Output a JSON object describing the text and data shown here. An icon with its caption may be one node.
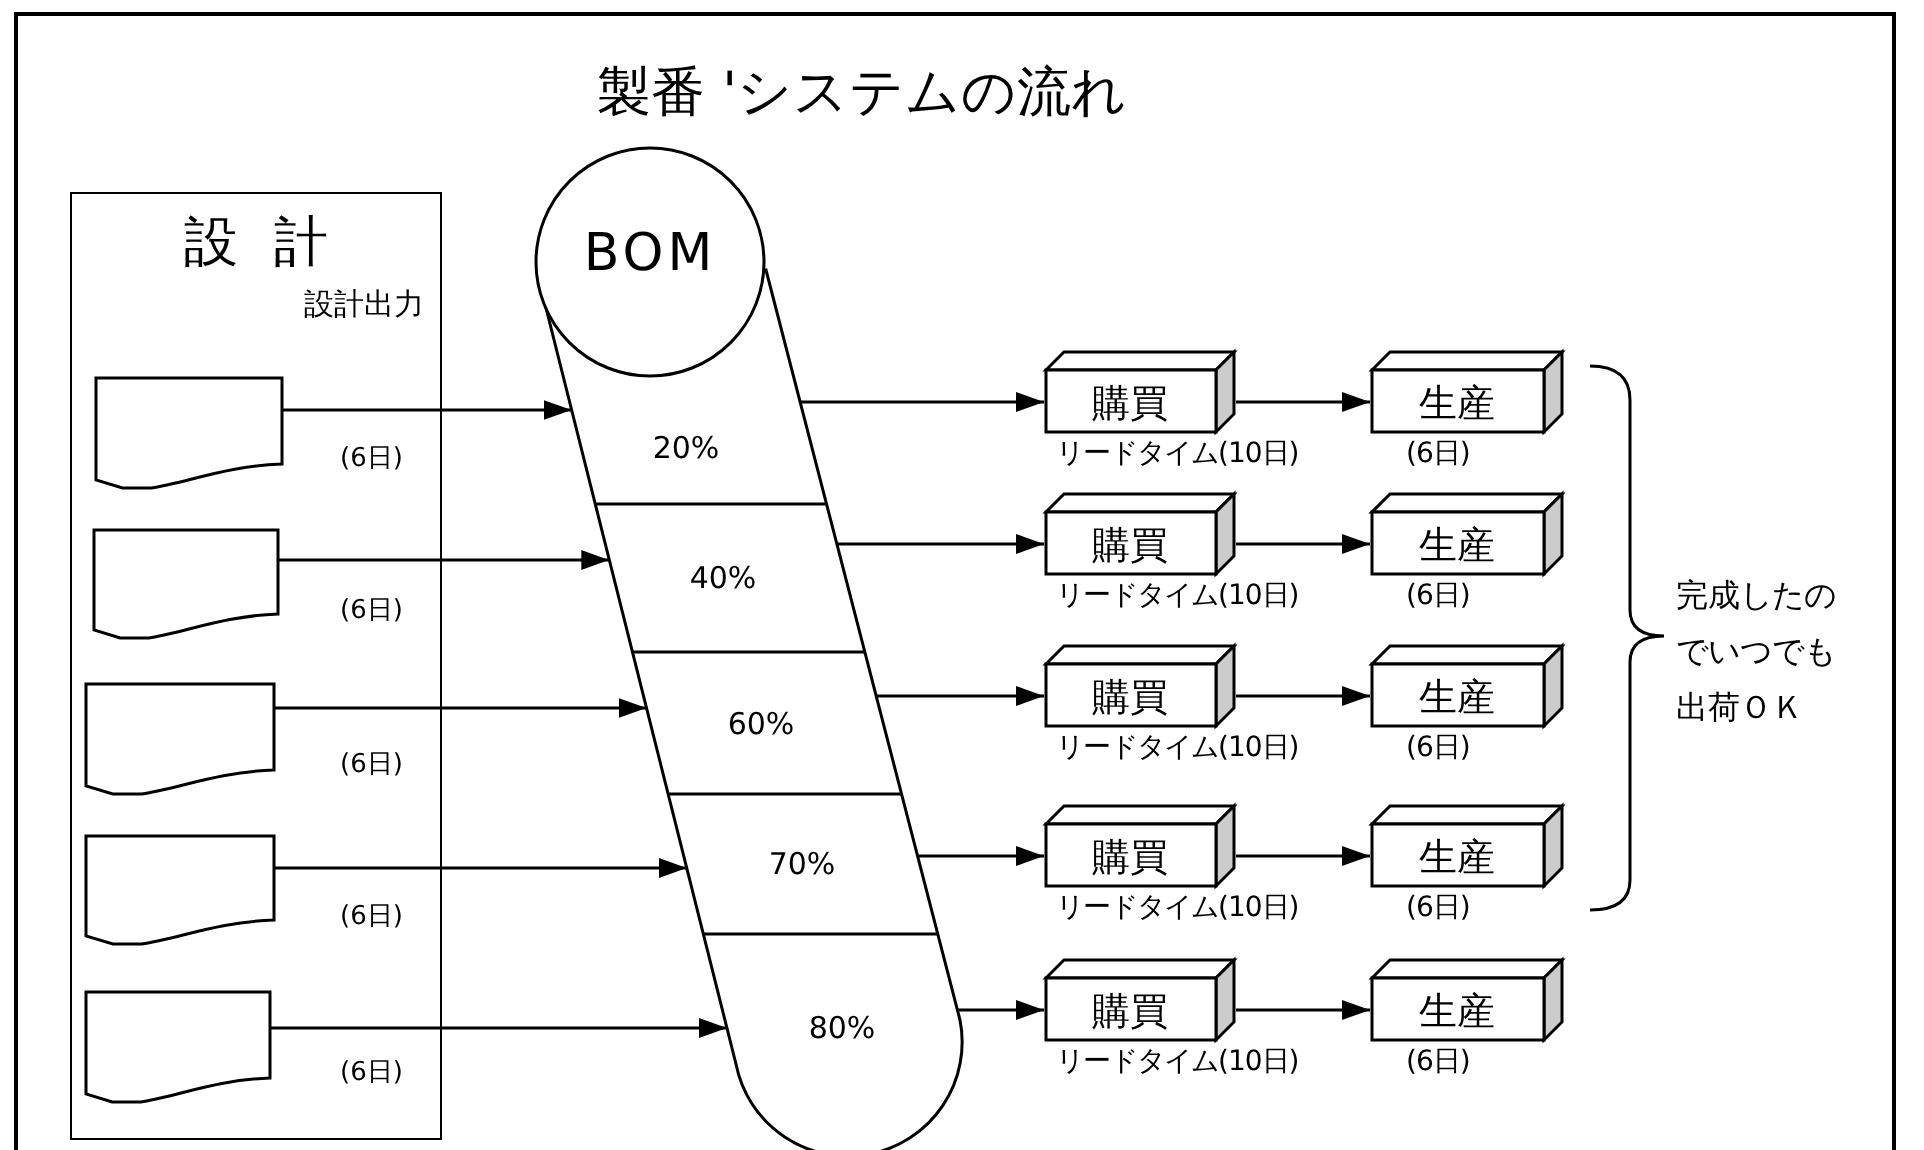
{
  "diagram": {
    "title": "製番 'システムの流れ",
    "nodes": [
      {
        "text": [
          "設計",
          "設計出力"
        ]
      },
      {
        "text": [],
        "shape": "document",
        "in": 0,
        "beside": [
          "(6日)"
        ]
      },
      {
        "text": [],
        "shape": "document",
        "in": 0,
        "beside": [
          "(6日)"
        ]
      },
      {
        "text": [],
        "shape": "document",
        "in": 0,
        "beside": [
          "(6日)"
        ]
      },
      {
        "text": [],
        "shape": "document",
        "in": 0,
        "beside": [
          "(6日)"
        ]
      },
      {
        "text": [],
        "shape": "document",
        "in": 0,
        "beside": [
          "(6日)"
        ]
      },
      {
        "text": [
          "BOM"
        ]
      },
      {
        "text": [
          "20%"
        ],
        "in": 6
      },
      {
        "text": [
          "40%"
        ],
        "in": 6
      },
      {
        "text": [
          "60%"
        ],
        "in": 6
      },
      {
        "text": [
          "70%"
        ],
        "in": 6
      },
      {
        "text": [
          "80%"
        ],
        "in": 6
      },
      {
        "text": [
          "購買"
        ],
        "beside": [
          "リードタイム(10日)"
        ]
      },
      {
        "text": [
          "生産"
        ],
        "beside": [
          "(6日)"
        ]
      },
      {
        "text": [
          "購買"
        ],
        "beside": [
          "リードタイム(10日)"
        ]
      },
      {
        "text": [
          "生産"
        ],
        "beside": [
          "(6日)"
        ]
      },
      {
        "text": [
          "購買"
        ],
        "beside": [
          "リードタイム(10日)"
        ]
      },
      {
        "text": [
          "生産"
        ],
        "beside": [
          "(6日)"
        ]
      },
      {
        "text": [
          "購買"
        ],
        "beside": [
          "リードタイム(10日)"
        ]
      },
      {
        "text": [
          "生産"
        ],
        "beside": [
          "(6日)"
        ]
      },
      {
        "text": [
          "購買"
        ],
        "beside": [
          "リードタイム(10日)"
        ]
      },
      {
        "text": [
          "生産"
        ],
        "beside": [
          "(6日)"
        ]
      }
    ],
    "edges": [
      {
        "from": 1,
        "to": 7,
        "arrow": "to"
      },
      {
        "from": 2,
        "to": 8,
        "arrow": "to"
      },
      {
        "from": 3,
        "to": 9,
        "arrow": "to"
      },
      {
        "from": 4,
        "to": 10,
        "arrow": "to"
      },
      {
        "from": 5,
        "to": 11,
        "arrow": "to"
      },
      {
        "from": 7,
        "to": 12,
        "arrow": "to"
      },
      {
        "from": 8,
        "to": 14,
        "arrow": "to"
      },
      {
        "from": 9,
        "to": 16,
        "arrow": "to"
      },
      {
        "from": 10,
        "to": 18,
        "arrow": "to"
      },
      {
        "from": 11,
        "to": 20,
        "arrow": "to"
      },
      {
        "from": 12,
        "to": 13,
        "arrow": "to"
      },
      {
        "from": 14,
        "to": 15,
        "arrow": "to"
      },
      {
        "from": 16,
        "to": 17,
        "arrow": "to"
      },
      {
        "from": 18,
        "to": 19,
        "arrow": "to"
      },
      {
        "from": 20,
        "to": 21,
        "arrow": "to"
      }
    ],
    "labels": [
      "完成したのでいつでも出荷ＯＫ"
    ]
  }
}
